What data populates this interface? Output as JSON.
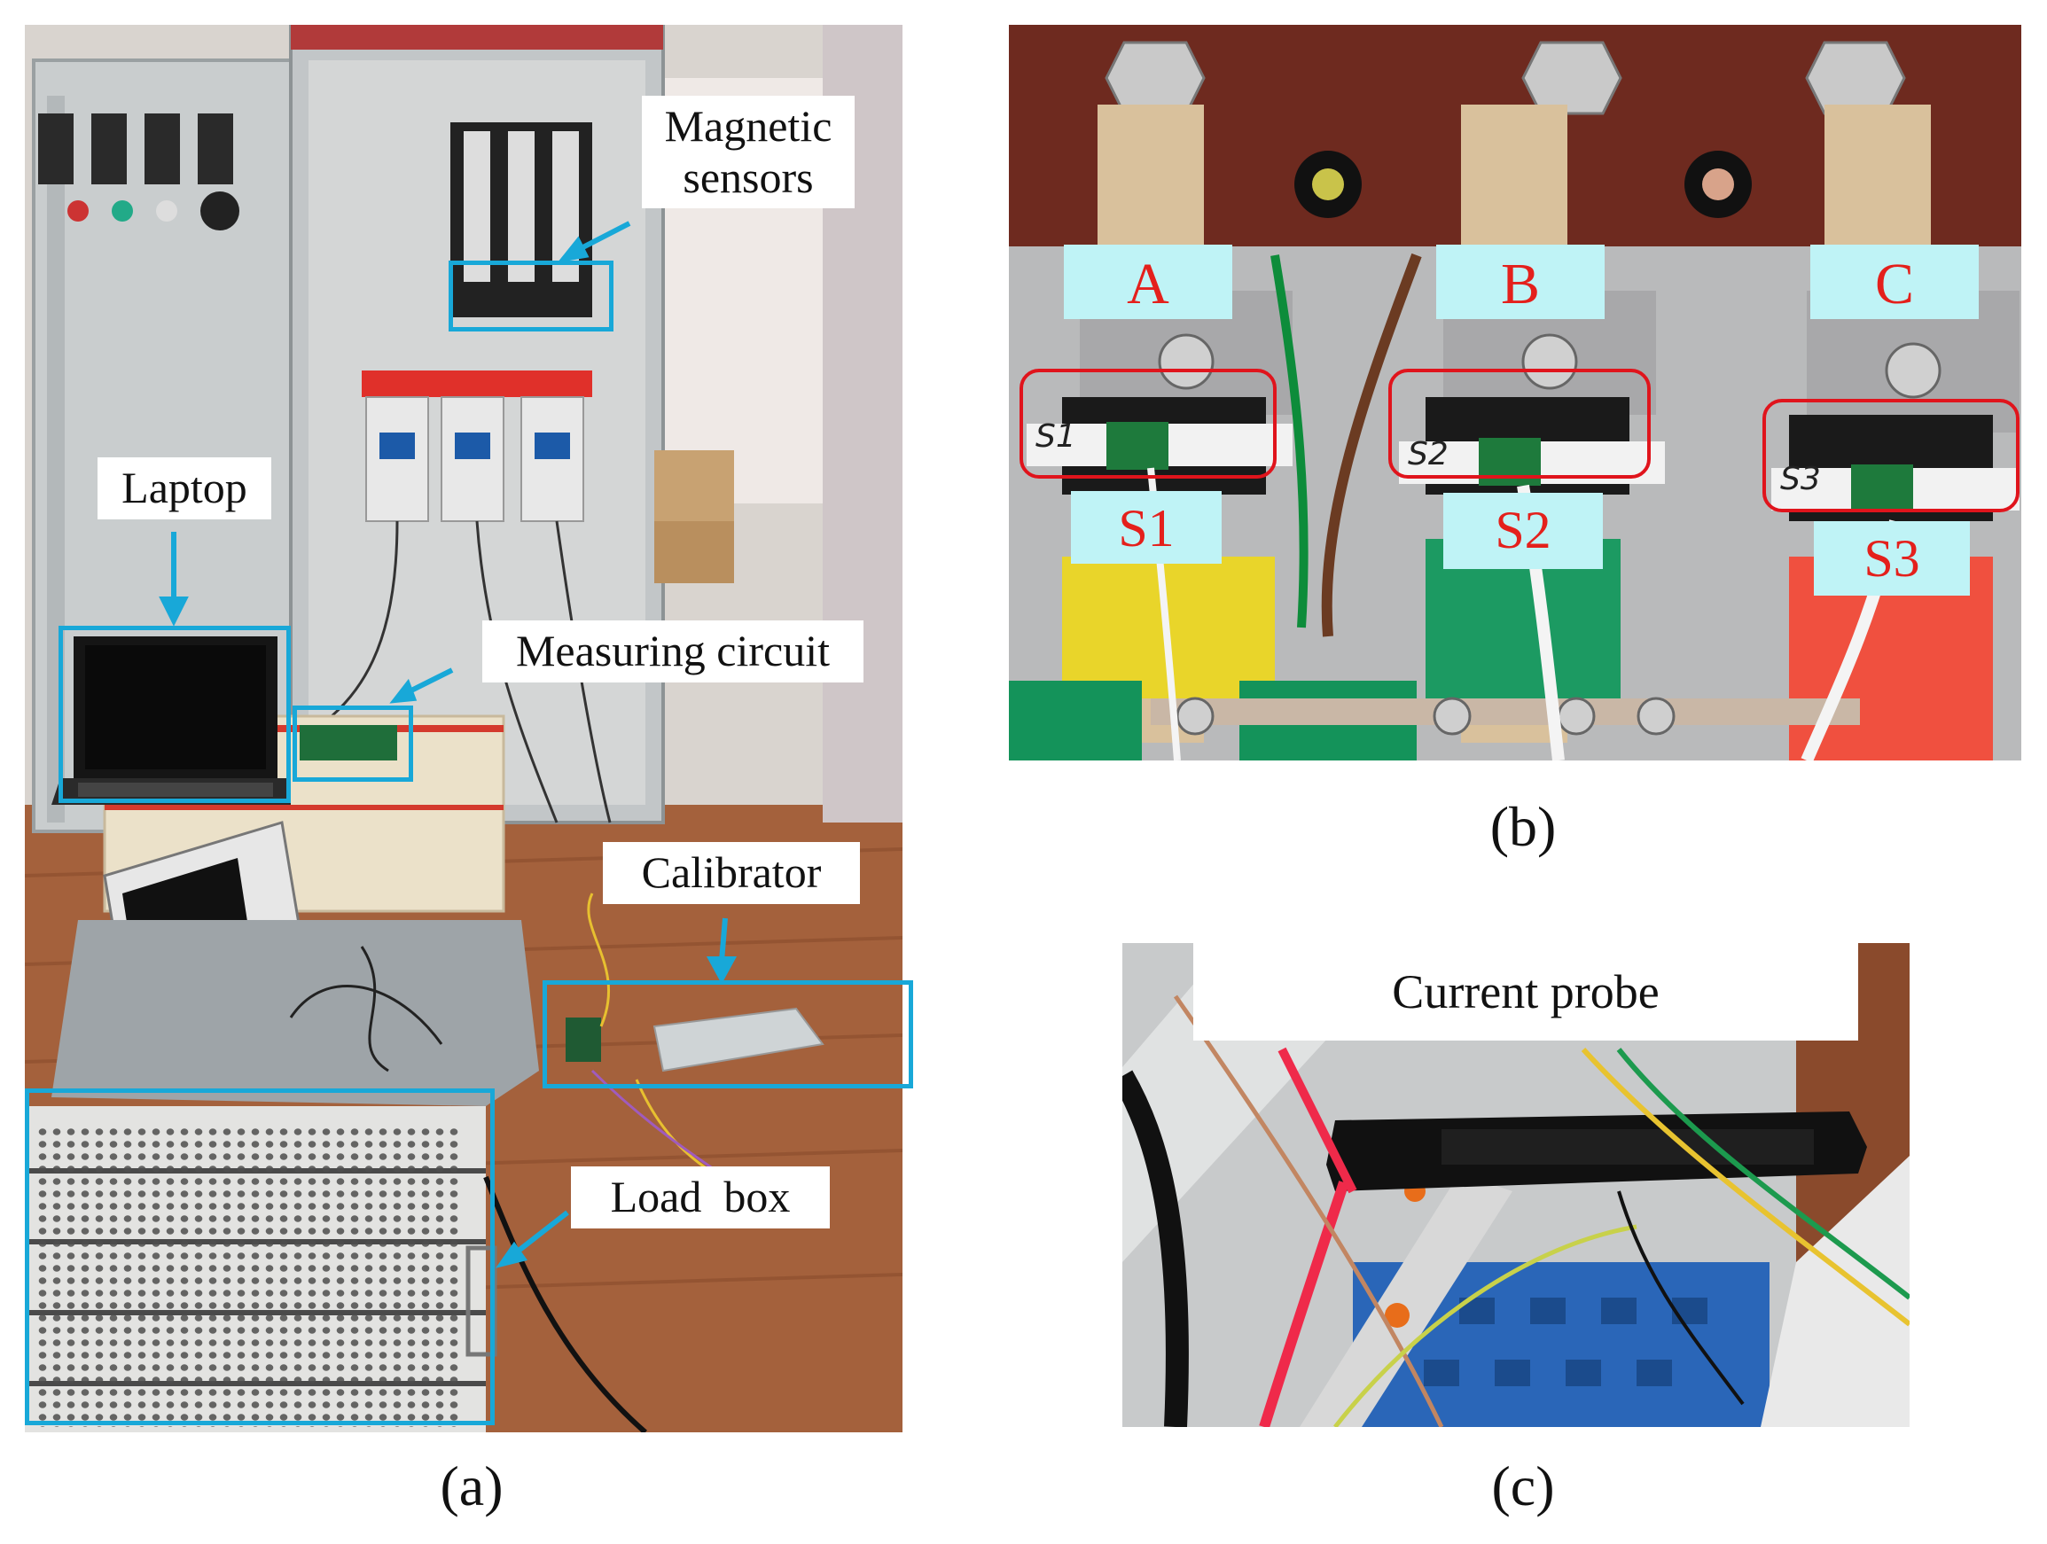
{
  "panel_a": {
    "caption": "(a)",
    "labels": {
      "magnetic_sensors_line1": "Magnetic",
      "magnetic_sensors_line2": "sensors",
      "laptop": "Laptop",
      "measuring_circuit": "Measuring circuit",
      "calibrator": "Calibrator",
      "load_box": "Load  box"
    },
    "accent_color": "#18a8d8"
  },
  "panel_b": {
    "caption": "(b)",
    "phases": [
      "A",
      "B",
      "C"
    ],
    "sensors": [
      "S1",
      "S2",
      "S3"
    ],
    "tag_handwriting": [
      "S1",
      "S2",
      "S3"
    ],
    "phase_label_color": "#e4201c",
    "highlight_color": "#e0141c"
  },
  "panel_c": {
    "caption": "(c)",
    "label": "Current probe"
  }
}
